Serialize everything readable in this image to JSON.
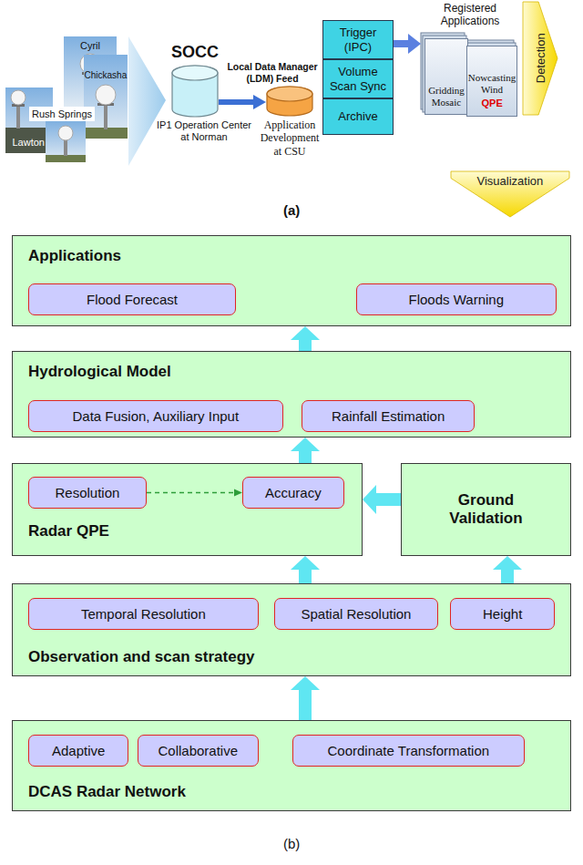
{
  "diagram": {
    "nodes": [
      {
        "text": [
          "SOCC",
          "IP1 Operation Center at Norman"
        ]
      },
      {
        "text": [
          "Application Development at CSU"
        ]
      },
      {
        "text": [
          "Trigger (IPC)"
        ]
      },
      {
        "text": [
          "Volume Scan Sync"
        ]
      },
      {
        "text": [
          "Archive"
        ]
      },
      {
        "text": [
          "Registered Applications"
        ]
      },
      {
        "text": [
          "Gridding Mosaic"
        ],
        "in": 5
      },
      {
        "text": [
          "Nowcasting Wind",
          "QPE"
        ],
        "in": 5
      },
      {
        "text": [
          "Detection"
        ]
      },
      {
        "text": [
          "Visualization"
        ]
      },
      {
        "text": [
          "Applications"
        ]
      },
      {
        "text": [
          "Flood Forecast"
        ],
        "in": 10
      },
      {
        "text": [
          "Floods Warning"
        ],
        "in": 10
      },
      {
        "text": [
          "Hydrological Model"
        ]
      },
      {
        "text": [
          "Data Fusion, Auxiliary Input"
        ],
        "in": 13
      },
      {
        "text": [
          "Rainfall Estimation"
        ],
        "in": 13
      },
      {
        "text": [
          "Radar QPE"
        ]
      },
      {
        "text": [
          "Resolution"
        ],
        "in": 16
      },
      {
        "text": [
          "Accuracy"
        ],
        "in": 16
      },
      {
        "text": [
          "Ground Validation"
        ]
      },
      {
        "text": [
          "Observation and scan strategy"
        ]
      },
      {
        "text": [
          "Temporal Resolution"
        ],
        "in": 20
      },
      {
        "text": [
          "Spatial Resolution"
        ],
        "in": 20
      },
      {
        "text": [
          "Height"
        ],
        "in": 20
      },
      {
        "text": [
          "DCAS Radar Network"
        ]
      },
      {
        "text": [
          "Adaptive"
        ],
        "in": 24
      },
      {
        "text": [
          "Collaborative"
        ],
        "in": 24
      },
      {
        "text": [
          "Coordinate Transformation"
        ],
        "in": 24
      }
    ],
    "edges": [
      {
        "from": 0,
        "to": 1,
        "label": "Local Data Manager (LDM) Feed",
        "arrow": "to"
      },
      {
        "from": 2,
        "to": 5,
        "arrow": "to"
      },
      {
        "from": 17,
        "to": 18,
        "arrow": "to"
      },
      {
        "from": 24,
        "to": 20,
        "arrow": "to"
      },
      {
        "from": 20,
        "to": 16,
        "arrow": "to"
      },
      {
        "from": 20,
        "to": 19,
        "arrow": "to"
      },
      {
        "from": 16,
        "to": 13,
        "arrow": "to"
      },
      {
        "from": 13,
        "to": 10,
        "arrow": "to"
      },
      {
        "from": 19,
        "to": 16,
        "arrow": "to"
      }
    ],
    "labels": [
      "Cyril",
      "Chickasha",
      "Rush Springs",
      "Lawton",
      "(a)",
      "(b)"
    ]
  }
}
